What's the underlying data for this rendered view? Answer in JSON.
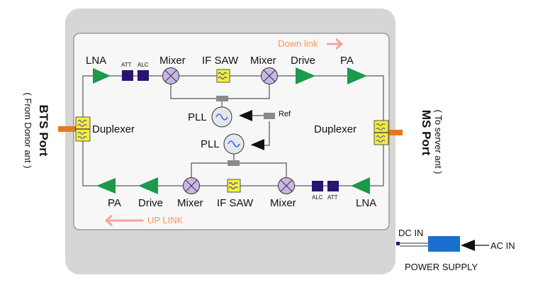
{
  "labels": {
    "lna_top": "LNA",
    "att_top": "ATT",
    "alc_top": "ALC",
    "mixer_top_1": "Mixer",
    "if_saw_top": "IF SAW",
    "mixer_top_2": "Mixer",
    "drive_top": "Drive",
    "pa_top": "PA",
    "down_link": "Down link",
    "pll_top": "PLL",
    "ref": "Ref",
    "pll_bottom": "PLL",
    "duplexer_left": "Duplexer",
    "duplexer_right": "Duplexer",
    "pa_bottom": "PA",
    "drive_bottom": "Drive",
    "mixer_bottom_1": "Mixer",
    "if_saw_bottom": "IF SAW",
    "mixer_bottom_2": "Mixer",
    "alc_bottom": "ALC",
    "att_bottom": "ATT",
    "lna_bottom": "LNA",
    "up_link": "UP LINK",
    "bts_port": "BTS Port",
    "bts_port_sub": "( From Donor ant )",
    "ms_port": "MS Port",
    "ms_port_sub": "( To server ant )",
    "dc_in": "DC IN",
    "ac_in": "AC IN",
    "power_supply": "POWER SUPPLY"
  },
  "colors": {
    "amplifier": "#1a9a4a",
    "attenuator": "#2a1470",
    "mixer_fill": "#c9b8e6",
    "saw_fill": "#f3ee3a",
    "pll_fill": "#e6e6ef",
    "link_arrow": "#f5a3a3",
    "link_text": "#f29a5c",
    "port_connector": "#e07a1f",
    "power_supply": "#1a6fd1",
    "enclosure": "#d6d6d6"
  }
}
